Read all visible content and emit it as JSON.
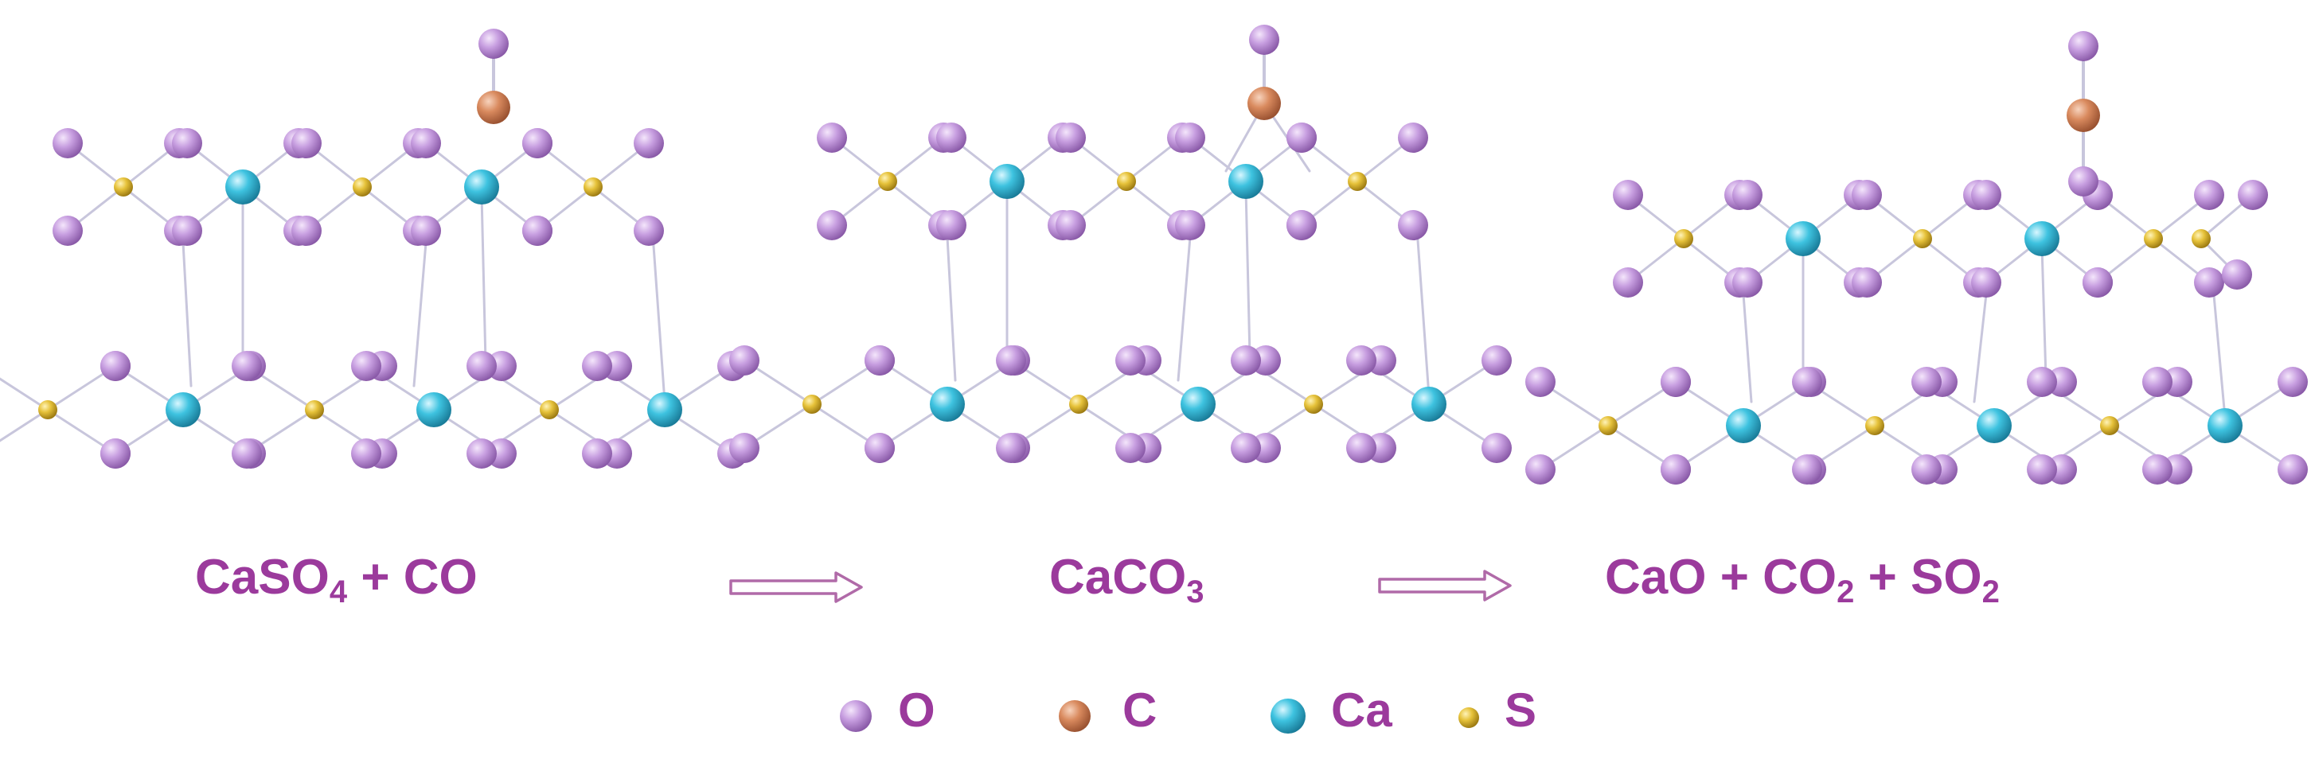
{
  "equations": {
    "left": {
      "a": "CaSO",
      "a_sub": "4",
      "b": " + CO"
    },
    "middle": {
      "a": "CaCO",
      "a_sub": "3"
    },
    "right": {
      "a": "CaO + CO",
      "a_sub": "2",
      "b": " + SO",
      "b_sub": "2"
    }
  },
  "legend": {
    "o": {
      "label": "O",
      "color": "#c79ee0"
    },
    "c": {
      "label": "C",
      "color": "#d98a5e"
    },
    "ca": {
      "label": "Ca",
      "color": "#3ec3e0"
    },
    "s": {
      "label": "S",
      "color": "#e6c23a"
    }
  },
  "colors": {
    "text": "#9b3a9c",
    "bond": "#c8c6dc",
    "arrow": "#b06aa8"
  }
}
